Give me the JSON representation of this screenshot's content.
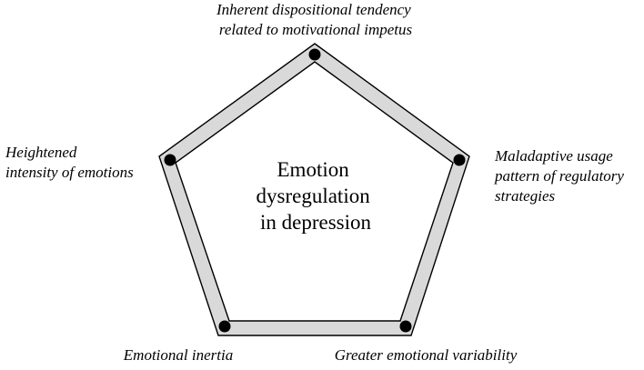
{
  "diagram": {
    "center_text": [
      "Emotion",
      "dysregulation",
      "in depression"
    ],
    "nodes": [
      {
        "id": "top",
        "lines": [
          "Inherent dispositional tendency",
          "related to motivational impetus"
        ]
      },
      {
        "id": "right",
        "lines": [
          "Maladaptive usage",
          "pattern of regulatory",
          "strategies"
        ]
      },
      {
        "id": "bottom-right",
        "lines": [
          "Greater emotional variability"
        ]
      },
      {
        "id": "bottom-left",
        "lines": [
          "Emotional inertia"
        ]
      },
      {
        "id": "left",
        "lines": [
          "Heightened",
          "intensity of emotions"
        ]
      }
    ],
    "colors": {
      "frame_fill": "#d9d9d9",
      "frame_stroke": "#000000",
      "node_dot": "#000000"
    }
  }
}
